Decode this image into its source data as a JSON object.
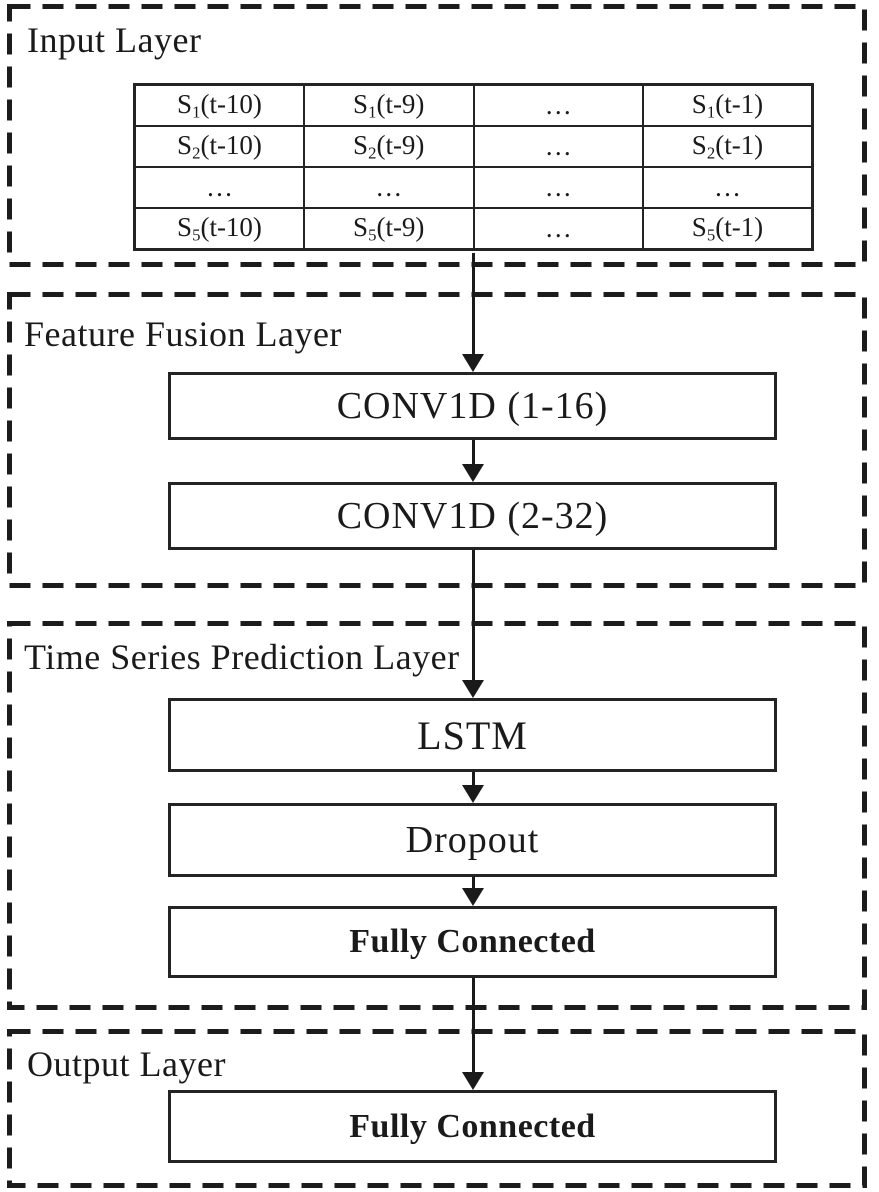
{
  "colors": {
    "ink": "#1a1a1a",
    "border": "#242424",
    "background": "#ffffff"
  },
  "sections": {
    "input": {
      "label": "Input Layer"
    },
    "fusion": {
      "label": "Feature Fusion Layer",
      "boxes": [
        {
          "label": "CONV1D (1-16)"
        },
        {
          "label": "CONV1D (2-32)"
        }
      ]
    },
    "prediction": {
      "label": "Time Series Prediction Layer",
      "boxes": [
        {
          "label": "LSTM"
        },
        {
          "label": "Dropout"
        },
        {
          "label": "Fully Connected"
        }
      ]
    },
    "output": {
      "label": "Output Layer",
      "boxes": [
        {
          "label": "Fully Connected"
        }
      ]
    }
  },
  "input_table": {
    "rows": [
      [
        "S_1(t-10)",
        "S_1(t-9)",
        "…",
        "S_1(t-1)"
      ],
      [
        "S_2(t-10)",
        "S_2(t-9)",
        "…",
        "S_2(t-1)"
      ],
      [
        "…",
        "…",
        "…",
        "…"
      ],
      [
        "S_5(t-10)",
        "S_5(t-9)",
        "…",
        "S_5(t-1)"
      ]
    ]
  }
}
